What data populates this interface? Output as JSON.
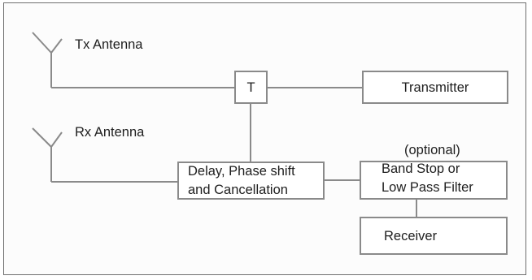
{
  "diagram": {
    "tx_antenna_label": "Tx Antenna",
    "rx_antenna_label": "Rx Antenna",
    "t_label": "T",
    "transmitter_label": "Transmitter",
    "optional_label": "(optional)",
    "filter_label_line1": "Band Stop or",
    "filter_label_line2": "Low Pass Filter",
    "delay_label_line1": "Delay, Phase shift",
    "delay_label_line2": "and Cancellation",
    "receiver_label": "Receiver",
    "colors": {
      "line": "#8a8a8a",
      "box_border": "#8a8a8a",
      "text": "#1e1e1e",
      "background": "#fcfcfc"
    }
  }
}
